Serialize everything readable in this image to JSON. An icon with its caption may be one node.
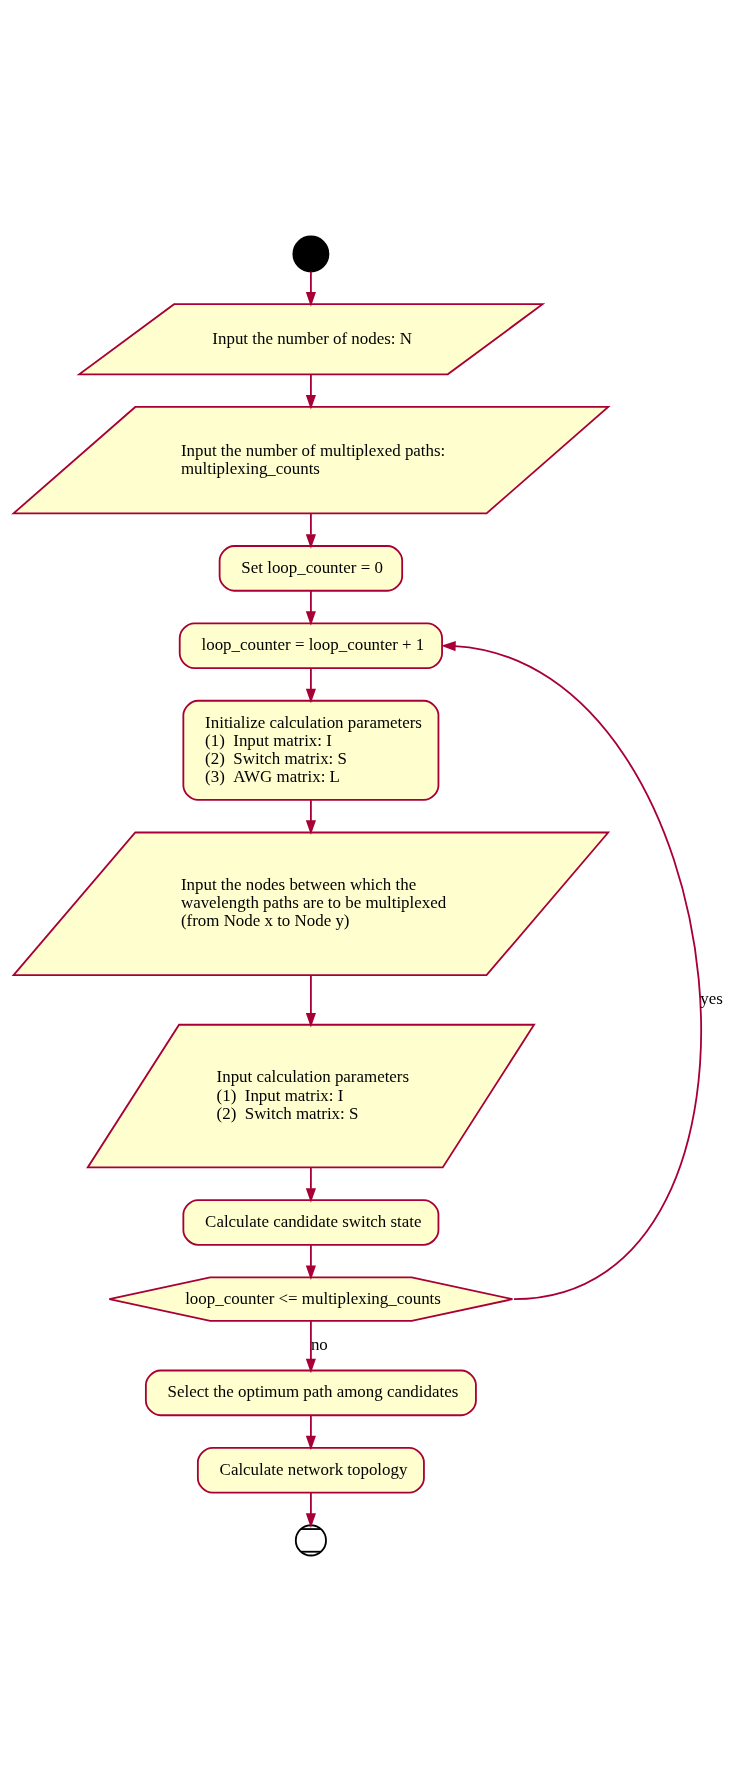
{
  "diagram": {
    "nodes": [
      {
        "text": [],
        "shape": "circle"
      },
      {
        "text": [
          "Input the number of nodes: N"
        ]
      },
      {
        "text": [
          "Input the number of multiplexed paths: multiplexing_counts"
        ]
      },
      {
        "text": [
          "Set loop_counter = 0"
        ]
      },
      {
        "text": [
          "loop_counter = loop_counter + 1"
        ]
      },
      {
        "text": [
          "Initialize calculation parameters",
          "(1)  Input matrix: I",
          "(2)  Switch matrix: S",
          "(3)  AWG matrix: L"
        ]
      },
      {
        "text": [
          "Input the nodes between which the wavelength paths are to be multiplexed (from Node x to Node y)"
        ]
      },
      {
        "text": [
          "Input calculation parameters",
          "(1)  Input matrix: I",
          "(2)  Switch matrix: S"
        ]
      },
      {
        "text": [
          "Calculate candidate switch state"
        ]
      },
      {
        "text": [
          "loop_counter <= multiplexing_counts"
        ]
      },
      {
        "text": [
          "Select the optimum path among candidates"
        ]
      },
      {
        "text": [
          "Calculate network topology"
        ]
      },
      {
        "text": [],
        "shape": "circle"
      }
    ],
    "edges": [
      {
        "from": 0,
        "to": 1,
        "arrow": "to"
      },
      {
        "from": 1,
        "to": 2,
        "arrow": "to"
      },
      {
        "from": 2,
        "to": 3,
        "arrow": "to"
      },
      {
        "from": 3,
        "to": 4,
        "arrow": "to"
      },
      {
        "from": 4,
        "to": 5,
        "arrow": "to"
      },
      {
        "from": 5,
        "to": 6,
        "arrow": "to"
      },
      {
        "from": 6,
        "to": 7,
        "arrow": "to"
      },
      {
        "from": 7,
        "to": 8,
        "arrow": "to"
      },
      {
        "from": 8,
        "to": 9,
        "arrow": "to"
      },
      {
        "from": 9,
        "to": 4,
        "arrow": "to",
        "label": "yes"
      },
      {
        "from": 9,
        "to": 10,
        "arrow": "to",
        "label": "no"
      },
      {
        "from": 10,
        "to": 11,
        "arrow": "to"
      },
      {
        "from": 11,
        "to": 12,
        "arrow": "to"
      }
    ]
  }
}
